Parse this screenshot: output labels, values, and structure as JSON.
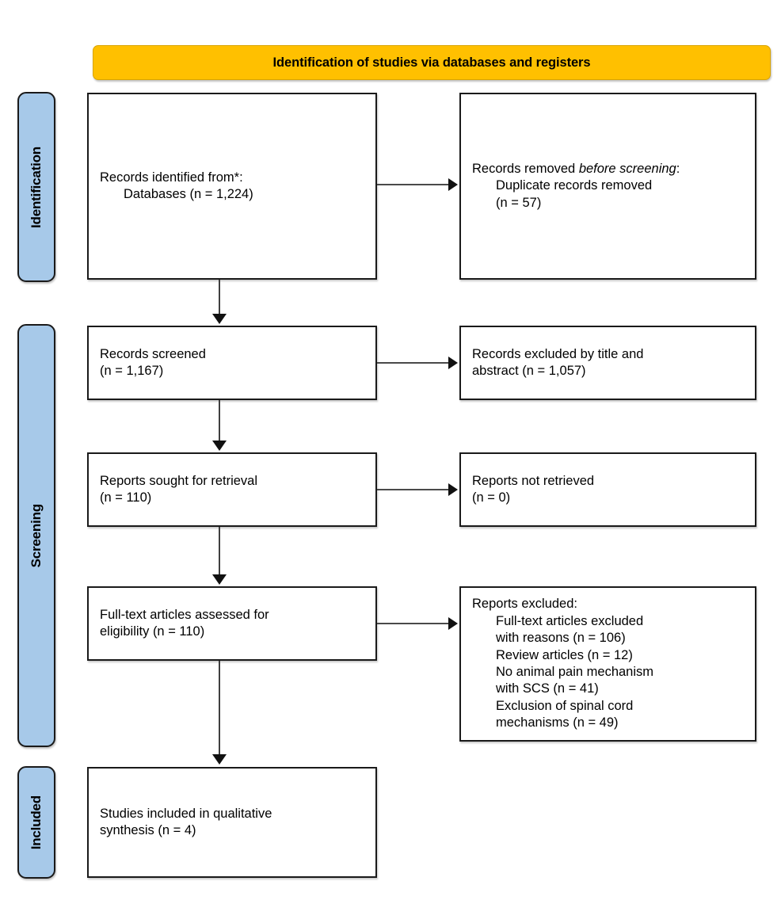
{
  "banner": {
    "title": "Identification of studies via databases and registers"
  },
  "rails": [
    {
      "key": "identification",
      "label": "Identification"
    },
    {
      "key": "screening",
      "label": "Screening"
    },
    {
      "key": "included",
      "label": "Included"
    }
  ],
  "colors": {
    "banner_fill": "#FFC000",
    "rail_fill": "#A7C9E9",
    "box_border": "#1a1a1a",
    "arrow": "#111111",
    "text": "#000000"
  },
  "boxes": {
    "records_identified": {
      "line1": "Records identified from*:",
      "line2": "Databases (n = 1,224)",
      "count": 1224
    },
    "records_removed": {
      "line1_prefix": "Records removed ",
      "line1_italic": "before screening",
      "line1_suffix": ":",
      "line2": "Duplicate records removed",
      "line3": "(n = 57)",
      "count": 57
    },
    "records_screened": {
      "line1": "Records screened",
      "line2": "(n = 1,167)",
      "count": 1167
    },
    "records_excluded": {
      "line1": "Records excluded by title and",
      "line2": "abstract (n = 1,057)",
      "count": 1057
    },
    "reports_sought": {
      "line1": "Reports sought for retrieval",
      "line2": "(n = 110)",
      "count": 110
    },
    "reports_not_retrieved": {
      "line1": "Reports not retrieved",
      "line2": "(n = 0)",
      "count": 0
    },
    "fulltext_assessed": {
      "line1": "Full-text articles assessed for",
      "line2": "eligibility (n = 110)",
      "count": 110
    },
    "reports_excluded": {
      "heading": "Reports excluded:",
      "reason1_a": "Full-text articles excluded",
      "reason1_b": "with reasons (n = 106)",
      "reason2": "Review articles (n = 12)",
      "reason3_a": "No animal pain mechanism",
      "reason3_b": "with SCS (n = 41)",
      "reason4_a": "Exclusion of spinal cord",
      "reason4_b": "mechanisms (n = 49)",
      "counts": [
        106,
        12,
        41,
        49
      ]
    },
    "studies_included": {
      "line1": "Studies included in qualitative",
      "line2": "synthesis (n = 4)",
      "count": 4
    }
  },
  "connectors": [
    {
      "name": "identified-to-screened",
      "direction": "down"
    },
    {
      "name": "screened-to-sought",
      "direction": "down"
    },
    {
      "name": "sought-to-fulltext",
      "direction": "down"
    },
    {
      "name": "fulltext-to-included",
      "direction": "down"
    },
    {
      "name": "identified-to-removed",
      "direction": "right"
    },
    {
      "name": "screened-to-excluded",
      "direction": "right"
    },
    {
      "name": "sought-to-notretrieved",
      "direction": "right"
    },
    {
      "name": "fulltext-to-reportsexcluded",
      "direction": "right"
    }
  ]
}
